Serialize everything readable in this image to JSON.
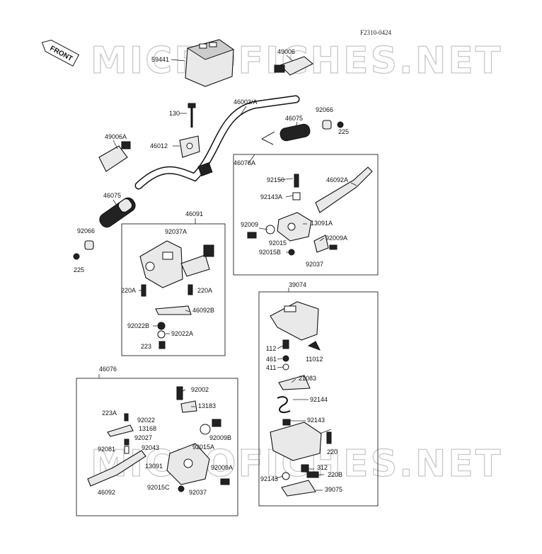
{
  "drawing": {
    "code": "F2310-0424",
    "front_tag": "FRONT",
    "watermark": "MICROFICHES.NET"
  },
  "labels": {
    "p59441": "59441",
    "p49006": "49006",
    "p46003a": "46003/A",
    "p130": "130",
    "p92066_top": "92066",
    "p46075_top": "46075",
    "p225_top": "225",
    "p49006a": "49006A",
    "p46012": "46012",
    "p46076a": "46076A",
    "p92150": "92150",
    "p46092a": "46092A",
    "p92143a": "92143A",
    "p46075_left": "46075",
    "p46091": "46091",
    "p92009_r": "92009",
    "p13091a": "13091A",
    "p92066_left": "92066",
    "p92037a": "92037A",
    "p92015_r": "92015",
    "p92009a_r": "92009A",
    "p92015b_r": "92015B",
    "p225_left": "225",
    "p92037_r": "92037",
    "p220a_l": "220A",
    "p220a_r": "220A",
    "p39074": "39074",
    "p46092b": "46092B",
    "p92022b": "92022B",
    "p92022a": "92022A",
    "p223": "223",
    "p112": "112",
    "p461": "461",
    "p11012": "11012",
    "p411": "411",
    "p21083": "21083",
    "p46076": "46076",
    "p92002": "92002",
    "p92144": "92144",
    "p13183": "13183",
    "p223a": "223A",
    "p92022": "92022",
    "p92143": "92143",
    "p13168": "13168",
    "p92027": "92027",
    "p92009b": "92009B",
    "p92081": "92081",
    "p92043": "92043",
    "p92015a": "92015A",
    "p220": "220",
    "p13091": "13091",
    "p92009a_b": "92009A",
    "p312": "312",
    "p220b": "220B",
    "p92143_b": "92143",
    "p92015c": "92015C",
    "p46092": "46092",
    "p92037_b": "92037",
    "p39075": "39075"
  }
}
